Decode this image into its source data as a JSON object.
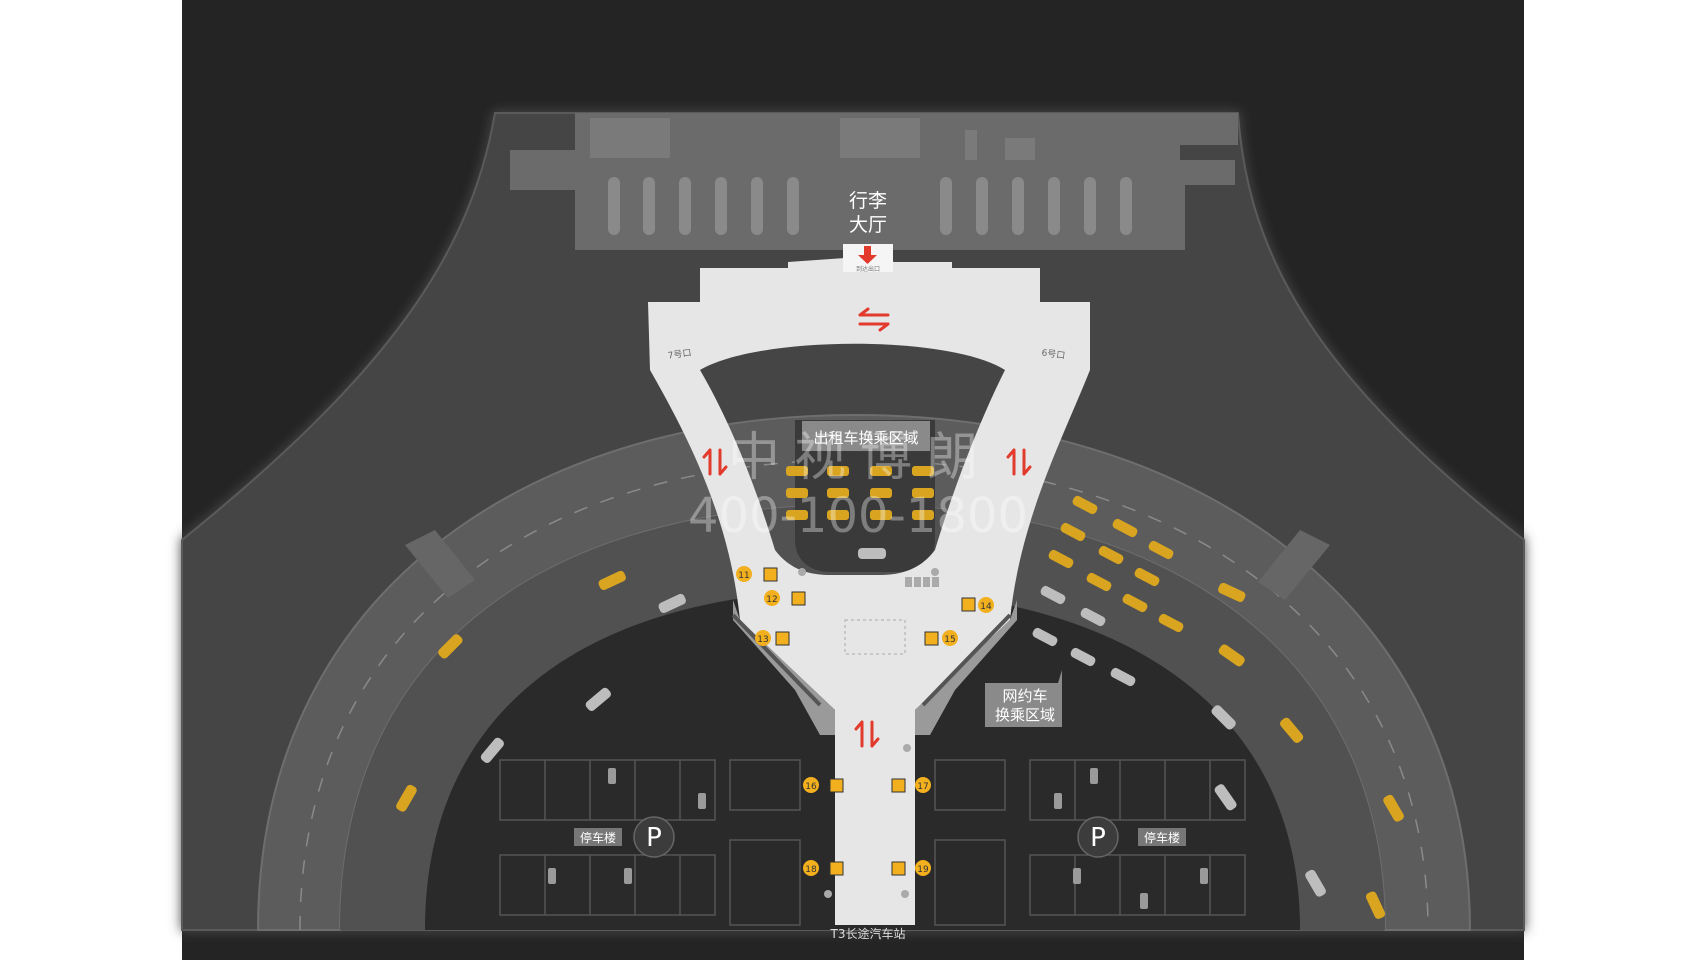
{
  "map": {
    "baggage_hall": [
      "行李",
      "大厅"
    ],
    "arrival_exit_caption": "到达出口",
    "gate_left": "7号口",
    "gate_right": "6号口",
    "taxi_zone": "出租车换乘区域",
    "ride_hail_zone": [
      "网约车",
      "换乘区域"
    ],
    "parking_label": "停车楼",
    "parking_icon_letter": "P",
    "bus_station": "T3长途汽车站",
    "stop_numbers": [
      "11",
      "12",
      "13",
      "14",
      "15",
      "16",
      "17",
      "18",
      "19"
    ]
  },
  "watermark": {
    "name": "中视博朗",
    "phone": "400-100-1800"
  },
  "colors": {
    "background_dark": "#242424",
    "terminal_gray": "#6e6e6e",
    "walkway_white": "#e8e8e8",
    "road_gray": "#595959",
    "arrow_red": "#e23b2e",
    "stop_yellow": "#f2b01e",
    "taxi_yellow": "#d9a520"
  },
  "icons": [
    "bidirectional-arrow-icon",
    "down-arrow-icon",
    "parking-icon",
    "taxi-icon",
    "car-icon",
    "stop-marker-icon"
  ]
}
